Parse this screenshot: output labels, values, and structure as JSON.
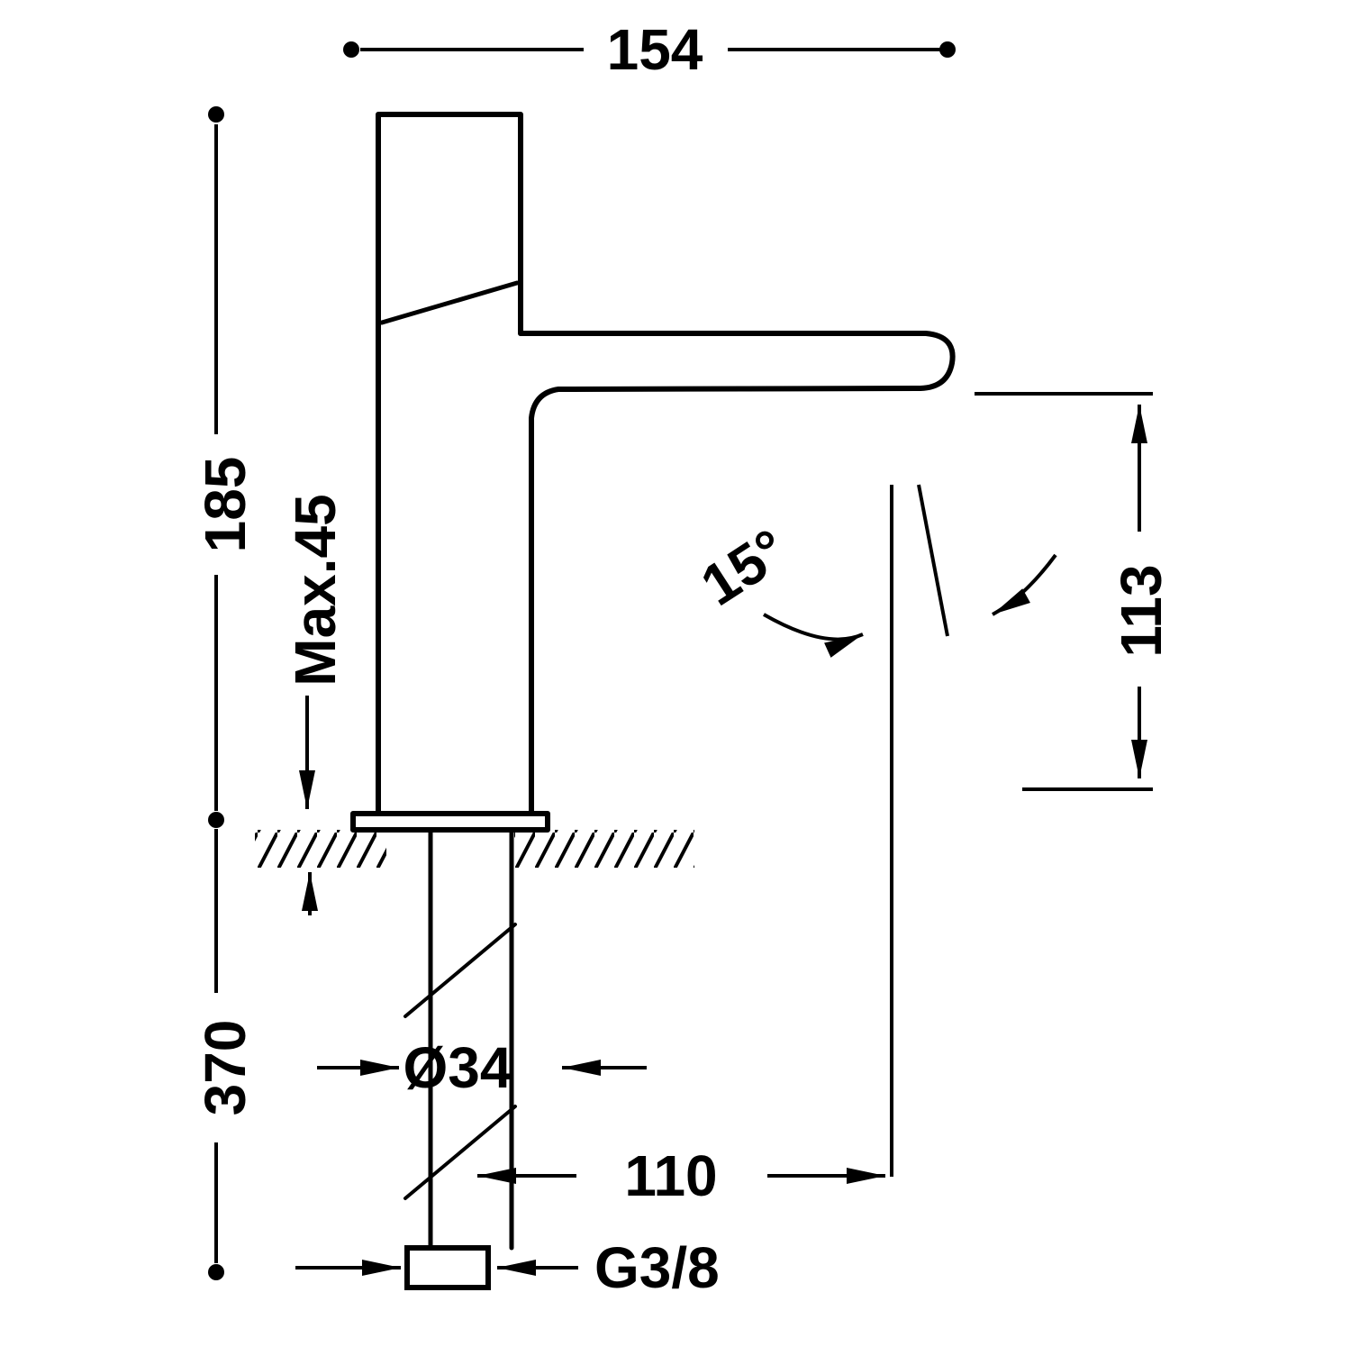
{
  "diagram": {
    "type": "technical-dimension-drawing",
    "subject": "single-lever basin faucet, side elevation with installation dimensions",
    "colors": {
      "line": "#000000",
      "background": "#ffffff"
    },
    "dimensions": {
      "spout_reach_top": "154",
      "body_height": "185",
      "under_counter_depth": "370",
      "max_counter_thickness": "Max.45",
      "shank_diameter": "Ø34",
      "outlet_offset": "110",
      "thread_size": "G3/8",
      "outlet_height": "113",
      "stream_angle": "15°"
    }
  }
}
